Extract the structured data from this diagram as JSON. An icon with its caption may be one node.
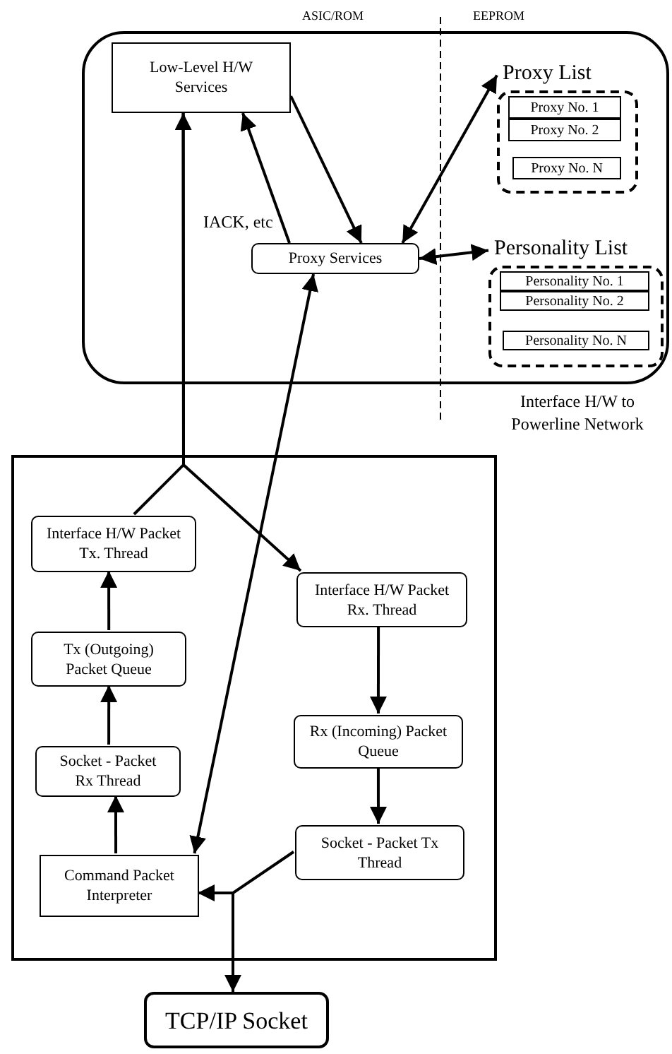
{
  "diagram": {
    "nodes": [
      {
        "text": [
          "Interface H/W to Powerline Network"
        ]
      },
      {
        "text": [
          "Low-Level H/W Services"
        ],
        "in": 0
      },
      {
        "text": [
          "Proxy Services"
        ],
        "in": 0
      },
      {
        "text": [
          "Proxy List"
        ],
        "in": 0
      },
      {
        "text": [
          "Proxy No. 1"
        ],
        "in": 3
      },
      {
        "text": [
          "Proxy No. 2"
        ],
        "in": 3
      },
      {
        "text": [
          "Proxy No. N"
        ],
        "in": 3
      },
      {
        "text": [
          "Personality List"
        ],
        "in": 0
      },
      {
        "text": [
          "Personality No. 1"
        ],
        "in": 7
      },
      {
        "text": [
          "Personality No. 2"
        ],
        "in": 7
      },
      {
        "text": [
          "Personality No. N"
        ],
        "in": 7
      },
      {
        "text": [],
        "shape": "box"
      },
      {
        "text": [
          "Interface H/W Packet Tx. Thread"
        ],
        "in": 11
      },
      {
        "text": [
          "Tx (Outgoing) Packet Queue"
        ],
        "in": 11
      },
      {
        "text": [
          "Socket - Packet Rx Thread"
        ],
        "in": 11
      },
      {
        "text": [
          "Command Packet Interpreter"
        ],
        "in": 11
      },
      {
        "text": [
          "Interface H/W Packet Rx. Thread"
        ],
        "in": 11
      },
      {
        "text": [
          "Rx (Incoming) Packet Queue"
        ],
        "in": 11
      },
      {
        "text": [
          "Socket - Packet Tx Thread"
        ],
        "in": 11
      },
      {
        "text": [
          "TCP/IP Socket"
        ]
      }
    ],
    "edges": [
      {
        "from": 2,
        "to": 1,
        "arrow": "to",
        "label": "IACK, etc"
      },
      {
        "from": 1,
        "to": 2,
        "arrow": "to"
      },
      {
        "from": 2,
        "to": 3,
        "arrow": "both"
      },
      {
        "from": 2,
        "to": 7,
        "arrow": "both"
      },
      {
        "from": 12,
        "to": 1,
        "arrow": "to"
      },
      {
        "from": 1,
        "to": 16,
        "arrow": "to"
      },
      {
        "from": 15,
        "to": 2,
        "arrow": "both"
      },
      {
        "from": 13,
        "to": 12,
        "arrow": "to"
      },
      {
        "from": 14,
        "to": 13,
        "arrow": "to"
      },
      {
        "from": 15,
        "to": 14,
        "arrow": "to"
      },
      {
        "from": 16,
        "to": 17,
        "arrow": "to"
      },
      {
        "from": 17,
        "to": 18,
        "arrow": "to"
      },
      {
        "from": 19,
        "to": 15,
        "arrow": "to"
      },
      {
        "from": 18,
        "to": 19,
        "arrow": "to"
      }
    ],
    "labels": [
      "ASIC/ROM",
      "EEPROM"
    ]
  }
}
